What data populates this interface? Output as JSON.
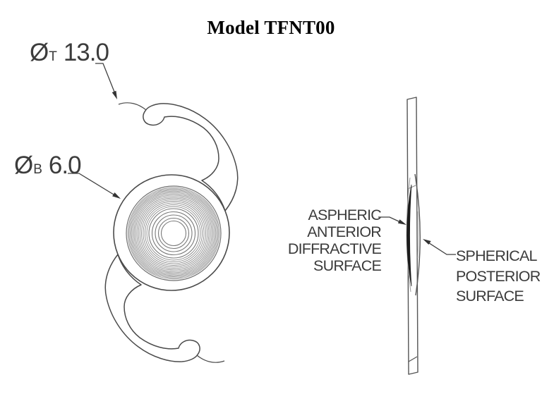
{
  "title": "Model TFNT00",
  "front_view": {
    "description": "intraocular lens front view with diffractive optic and two haptic loops",
    "labels": {
      "overall_diameter": {
        "symbol": "Ø",
        "subscript": "T",
        "value": "13.0"
      },
      "optic_diameter": {
        "symbol": "Ø",
        "subscript": "B",
        "value": "6.0"
      }
    }
  },
  "side_view": {
    "description": "intraocular lens edge profile",
    "labels": {
      "anterior": {
        "lines": [
          "ASPHERIC",
          "ANTERIOR",
          "DIFFRACTIVE",
          "SURFACE"
        ]
      },
      "posterior": {
        "lines": [
          "SPHERICAL",
          "POSTERIOR",
          "SURFACE"
        ]
      }
    }
  },
  "colors": {
    "background": "#ffffff",
    "line_art": "#4a4a4a",
    "diffractive_rings": "#8c8c8c",
    "diffractive_crescent": "#1c1c1c",
    "label_text": "#3b3b3b",
    "title_text": "#000000"
  }
}
